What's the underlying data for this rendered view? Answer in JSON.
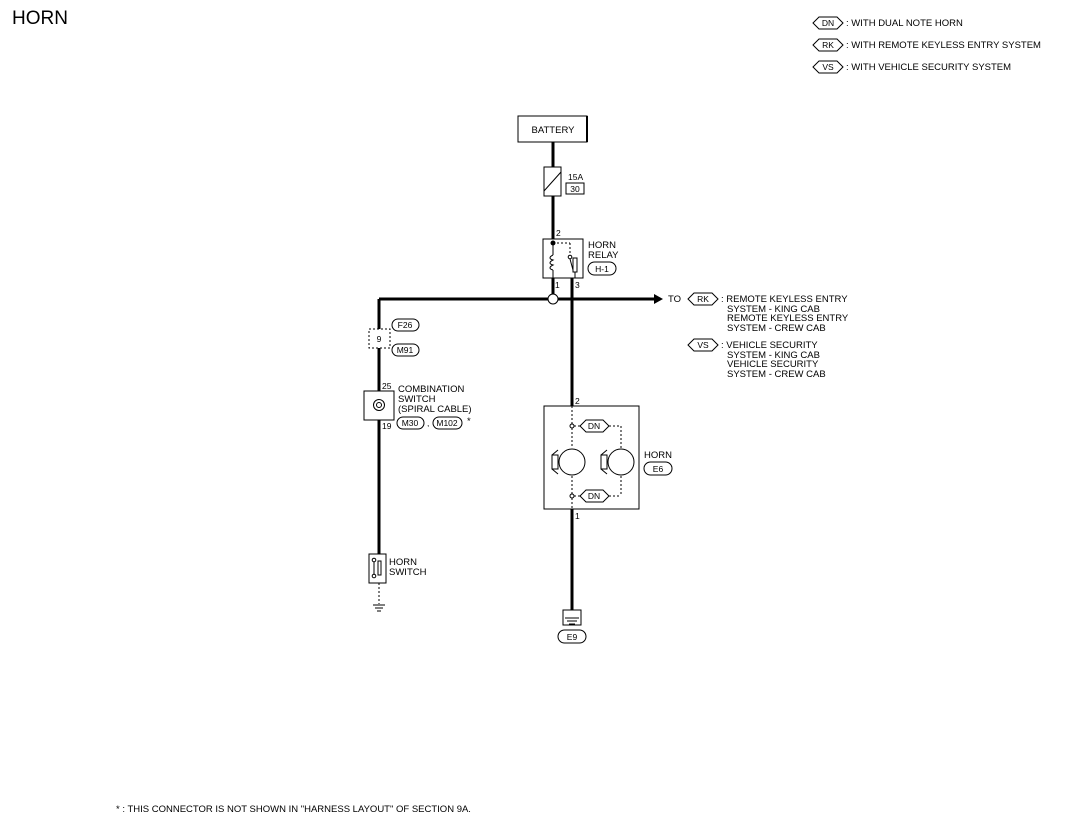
{
  "title": "HORN",
  "legend": [
    {
      "code": "DN",
      "text": ": WITH DUAL NOTE HORN"
    },
    {
      "code": "RK",
      "text": ": WITH REMOTE KEYLESS ENTRY SYSTEM"
    },
    {
      "code": "VS",
      "text": ": WITH VEHICLE SECURITY SYSTEM"
    }
  ],
  "battery": {
    "label": "BATTERY"
  },
  "fuse": {
    "rating": "15A",
    "number": "30"
  },
  "relay": {
    "name_line1": "HORN",
    "name_line2": "RELAY",
    "connector": "H-1",
    "pin_top": "2",
    "pin_left": "1",
    "pin_right": "3"
  },
  "to_branch": {
    "to": "TO",
    "rk_code": "RK",
    "rk_lines": [
      ": REMOTE KEYLESS ENTRY",
      "SYSTEM - KING CAB",
      "REMOTE KEYLESS ENTRY",
      "SYSTEM - CREW CAB"
    ],
    "vs_code": "VS",
    "vs_lines": [
      ": VEHICLE SECURITY",
      "SYSTEM - KING CAB",
      "VEHICLE SECURITY",
      "SYSTEM - CREW CAB"
    ]
  },
  "connector_f26": {
    "pin": "9",
    "top": "F26",
    "bottom": "M91"
  },
  "combination_switch": {
    "pin_top": "25",
    "pin_bottom": "19",
    "line1": "COMBINATION",
    "line2": "SWITCH",
    "line3": "(SPIRAL CABLE)",
    "conn1": "M30",
    "sep": ",",
    "conn2": "M102",
    "star": "*"
  },
  "horn_switch": {
    "line1": "HORN",
    "line2": "SWITCH"
  },
  "horn": {
    "name": "HORN",
    "connector": "E6",
    "pin_top": "2",
    "pin_bottom": "1",
    "dn_top": "DN",
    "dn_bottom": "DN"
  },
  "ground": {
    "label": "E9"
  },
  "footnote": "* : THIS CONNECTOR IS NOT SHOWN IN \"HARNESS LAYOUT\" OF SECTION 9A."
}
